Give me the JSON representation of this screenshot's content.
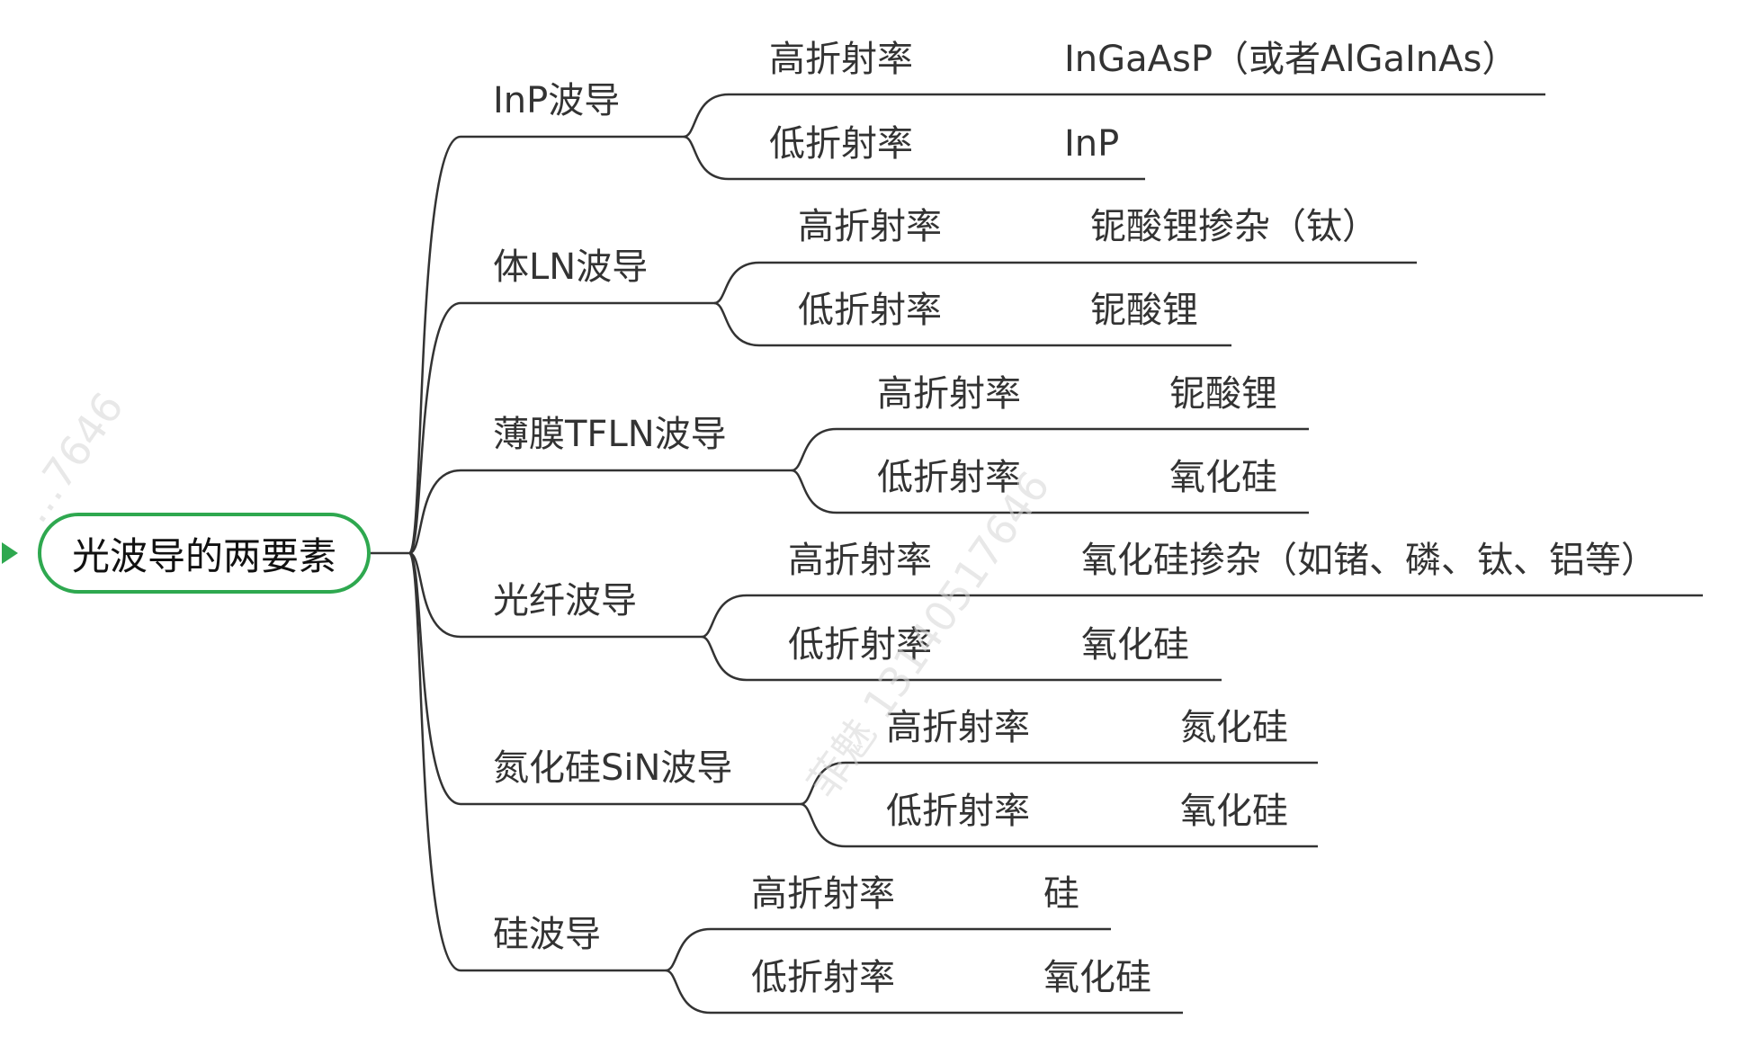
{
  "root": {
    "label": "光波导的两要素"
  },
  "branches": [
    {
      "label": "InP波导",
      "high": {
        "label": "高折射率",
        "value": "InGaAsP（或者AlGaInAs）"
      },
      "low": {
        "label": "低折射率",
        "value": "InP"
      }
    },
    {
      "label": "体LN波导",
      "high": {
        "label": "高折射率",
        "value": "铌酸锂掺杂（钛）"
      },
      "low": {
        "label": "低折射率",
        "value": "铌酸锂"
      }
    },
    {
      "label": "薄膜TFLN波导",
      "high": {
        "label": "高折射率",
        "value": "铌酸锂"
      },
      "low": {
        "label": "低折射率",
        "value": "氧化硅"
      }
    },
    {
      "label": "光纤波导",
      "high": {
        "label": "高折射率",
        "value": "氧化硅掺杂（如锗、磷、钛、铝等）"
      },
      "low": {
        "label": "低折射率",
        "value": "氧化硅"
      }
    },
    {
      "label": "氮化硅SiN波导",
      "high": {
        "label": "高折射率",
        "value": "氮化硅"
      },
      "low": {
        "label": "低折射率",
        "value": "氧化硅"
      }
    },
    {
      "label": "硅波导",
      "high": {
        "label": "高折射率",
        "value": "硅"
      },
      "low": {
        "label": "低折射率",
        "value": "氧化硅"
      }
    }
  ],
  "watermarks": [
    "…7646",
    "菲魅 13140517646"
  ],
  "colors": {
    "root_border": "#2ea84f",
    "line": "#333333",
    "text": "#333333",
    "watermark": "#d6d6d6"
  }
}
